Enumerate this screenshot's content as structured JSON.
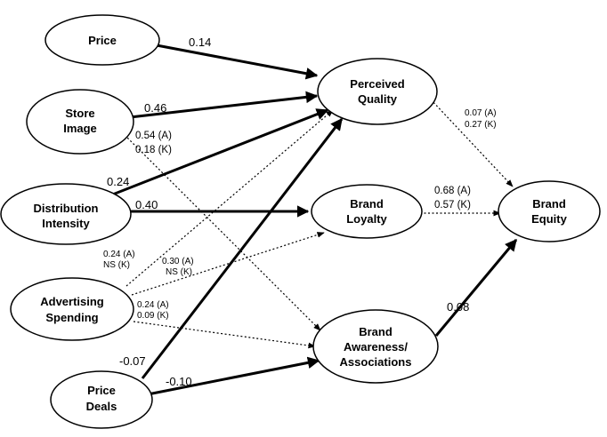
{
  "nodes": {
    "price": [
      "Price"
    ],
    "store_image": [
      "Store",
      "Image"
    ],
    "distribution_intensity": [
      "Distribution",
      "Intensity"
    ],
    "advertising_spending": [
      "Advertising",
      "Spending"
    ],
    "price_deals": [
      "Price",
      "Deals"
    ],
    "perceived_quality": [
      "Perceived",
      "Quality"
    ],
    "brand_loyalty": [
      "Brand",
      "Loyalty"
    ],
    "brand_awareness": [
      "Brand",
      "Awareness/",
      "Associations"
    ],
    "brand_equity": [
      "Brand",
      "Equity"
    ]
  },
  "paths": [
    {
      "from": "Price",
      "to": "Perceived Quality",
      "style": "solid",
      "label": [
        "0.14"
      ]
    },
    {
      "from": "Store Image",
      "to": "Perceived Quality",
      "style": "solid",
      "label": [
        "0.46"
      ]
    },
    {
      "from": "Store Image",
      "to": "Brand Awareness/ Associations",
      "style": "dotted",
      "label": [
        "0.54 (A)",
        "0.18 (K)"
      ]
    },
    {
      "from": "Distribution Intensity",
      "to": "Perceived Quality",
      "style": "solid",
      "label": [
        "0.24"
      ]
    },
    {
      "from": "Distribution Intensity",
      "to": "Brand Loyalty",
      "style": "solid",
      "label": [
        "0.40"
      ]
    },
    {
      "from": "Advertising Spending",
      "to": "Perceived Quality",
      "style": "dotted",
      "label": [
        "0.24 (A)",
        "NS (K)"
      ]
    },
    {
      "from": "Advertising Spending",
      "to": "Brand Loyalty",
      "style": "dotted",
      "label": [
        "0.30 (A)",
        "NS (K)"
      ]
    },
    {
      "from": "Advertising Spending",
      "to": "Brand Awareness/ Associations",
      "style": "dotted",
      "label": [
        "0.24 (A)",
        "0.09 (K)"
      ]
    },
    {
      "from": "Price Deals",
      "to": "Perceived Quality",
      "style": "solid",
      "label": [
        "-0.07"
      ]
    },
    {
      "from": "Price Deals",
      "to": "Brand Awareness/ Associations",
      "style": "solid",
      "label": [
        "-0.10"
      ]
    },
    {
      "from": "Perceived Quality",
      "to": "Brand Equity",
      "style": "dotted",
      "label": [
        "0.07 (A)",
        "0.27 (K)"
      ]
    },
    {
      "from": "Brand Loyalty",
      "to": "Brand Equity",
      "style": "dotted",
      "label": [
        "0.68 (A)",
        "0.57 (K)"
      ]
    },
    {
      "from": "Brand Awareness/ Associations",
      "to": "Brand Equity",
      "style": "solid",
      "label": [
        "0.08"
      ]
    }
  ]
}
